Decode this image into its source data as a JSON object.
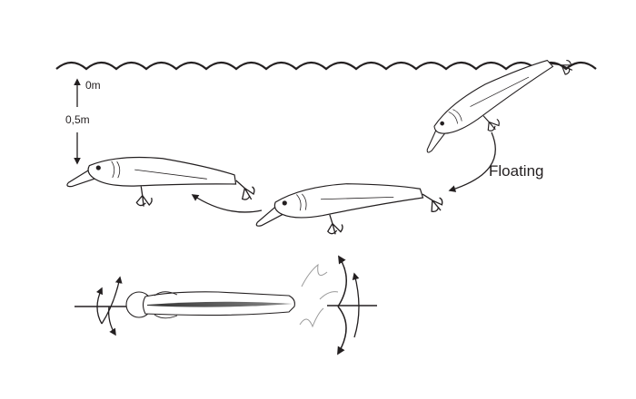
{
  "diagram": {
    "labels": {
      "surface_depth": "0m",
      "dive_depth": "0,5m",
      "action": "Floating"
    },
    "colors": {
      "ink": "#231f20",
      "stripe": "#555555",
      "water_swirl": "#9a9a9a"
    }
  }
}
